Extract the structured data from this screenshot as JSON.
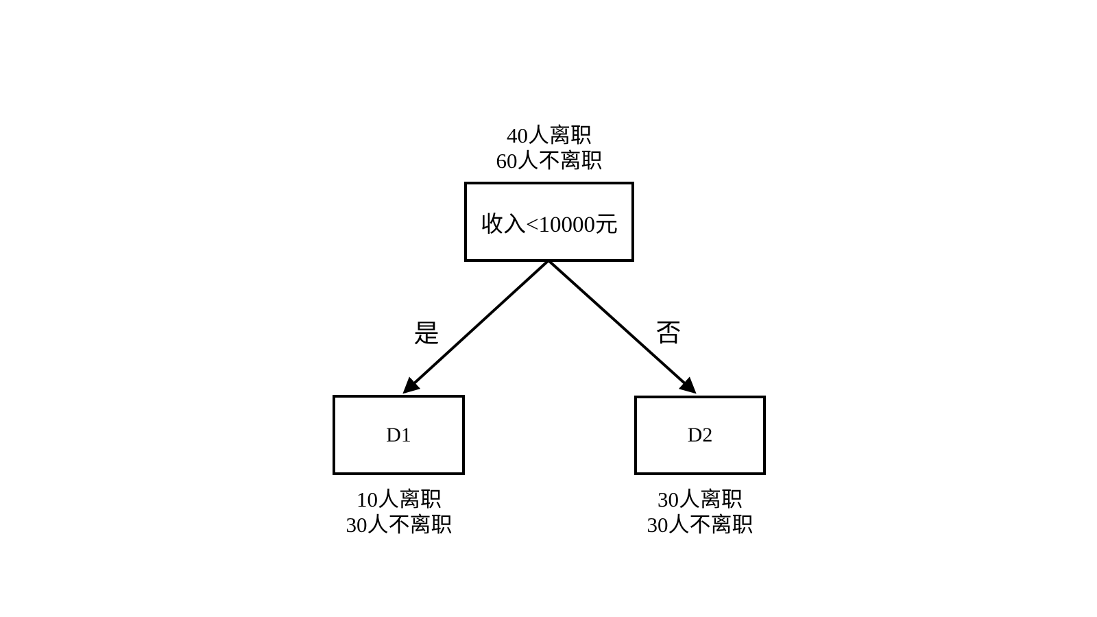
{
  "diagram": {
    "type": "decision-tree",
    "root": {
      "stats_line1": "40人离职",
      "stats_line2": "60人不离职",
      "condition": "收入<10000元"
    },
    "branches": {
      "left_label": "是",
      "right_label": "否"
    },
    "leaves": [
      {
        "id": "D1",
        "stats_line1": "10人离职",
        "stats_line2": "30人不离职"
      },
      {
        "id": "D2",
        "stats_line1": "30人离职",
        "stats_line2": "30人不离职"
      }
    ],
    "colors": {
      "line": "#000000",
      "text": "#000000",
      "background": "#ffffff"
    }
  }
}
